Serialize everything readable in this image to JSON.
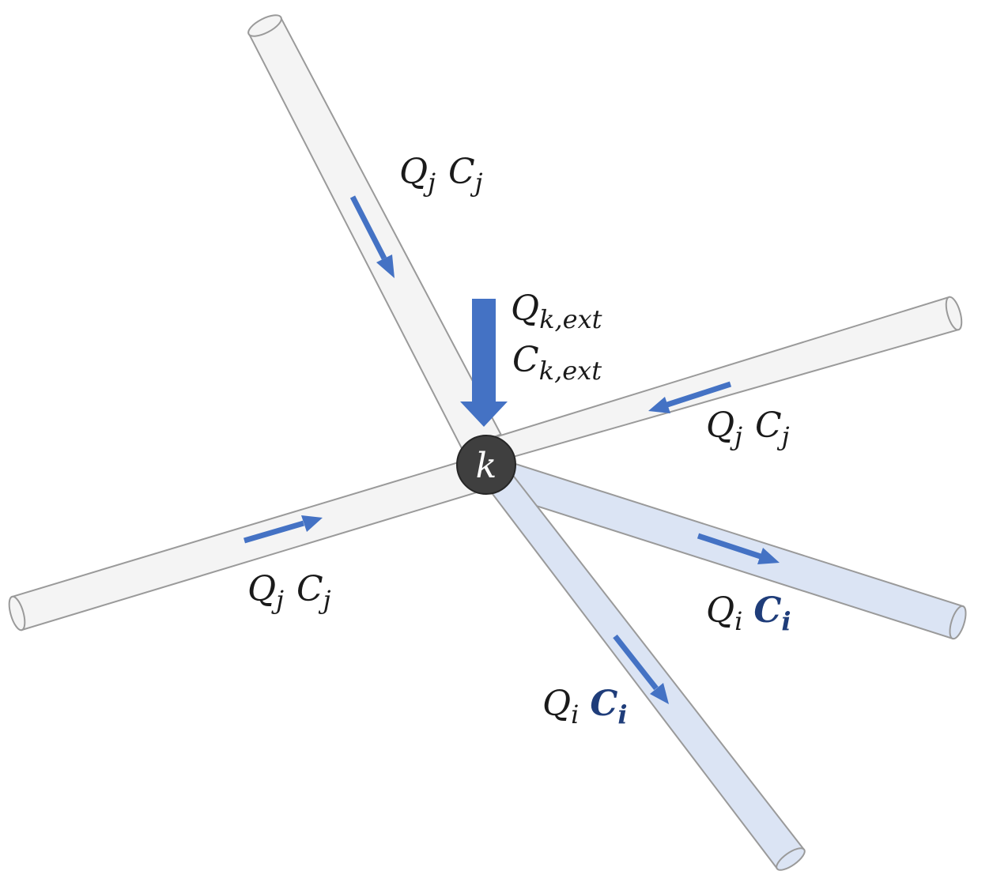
{
  "colors": {
    "pipe_inflow": "#f4f4f4",
    "pipe_outflow": "#dbe4f4",
    "pipe_stroke": "#9a9a9a",
    "arrow": "#4472c4",
    "node": "#3f3f3f",
    "node_text": "#ffffff",
    "label_text": "#1a1a1a",
    "concentration_highlight": "#1f3d7a"
  },
  "node": {
    "label": "k"
  },
  "external_inflow": {
    "flow_symbol": "Q",
    "flow_subscript": "k,ext",
    "conc_symbol": "C",
    "conc_subscript": "k,ext"
  },
  "pipes": [
    {
      "id": "upper-left",
      "role": "inflow",
      "flow_symbol": "Q",
      "flow_subscript": "j",
      "conc_symbol": "C",
      "conc_subscript": "j"
    },
    {
      "id": "upper-right",
      "role": "inflow",
      "flow_symbol": "Q",
      "flow_subscript": "j",
      "conc_symbol": "C",
      "conc_subscript": "j"
    },
    {
      "id": "left",
      "role": "inflow",
      "flow_symbol": "Q",
      "flow_subscript": "j",
      "conc_symbol": "C",
      "conc_subscript": "j"
    },
    {
      "id": "lower-right",
      "role": "outflow",
      "flow_symbol": "Q",
      "flow_subscript": "i",
      "conc_symbol": "C",
      "conc_subscript": "i"
    },
    {
      "id": "bottom",
      "role": "outflow",
      "flow_symbol": "Q",
      "flow_subscript": "i",
      "conc_symbol": "C",
      "conc_subscript": "i"
    }
  ]
}
